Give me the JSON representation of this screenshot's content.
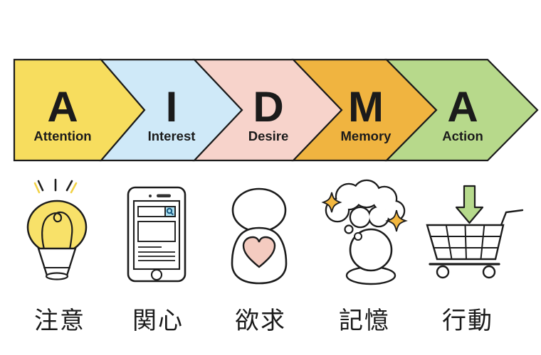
{
  "diagram": {
    "model_stages": [
      {
        "letter": "A",
        "en": "Attention",
        "ja": "注意",
        "color": "#F7DD5E",
        "icon": "lightbulb-icon"
      },
      {
        "letter": "I",
        "en": "Interest",
        "ja": "関心",
        "color": "#CFE9F8",
        "icon": "smartphone-icon"
      },
      {
        "letter": "D",
        "en": "Desire",
        "ja": "欲求",
        "color": "#F7D3CB",
        "icon": "person-heart-icon"
      },
      {
        "letter": "M",
        "en": "Memory",
        "ja": "記憶",
        "color": "#F0B440",
        "icon": "thought-cloud-icon"
      },
      {
        "letter": "A",
        "en": "Action",
        "ja": "行動",
        "color": "#B7D98B",
        "icon": "cart-icon"
      }
    ],
    "colors": {
      "outline": "#1b1b1b",
      "bulb_yellow": "#F8E169",
      "ray_yellow": "#F2D246",
      "search_button_blue": "#ADE0F2",
      "magnifier_blue": "#15577F",
      "heart_pink": "#F4CBC0",
      "sparkle_orange": "#F3B73F",
      "arrow_green": "#B6DA8C"
    }
  }
}
